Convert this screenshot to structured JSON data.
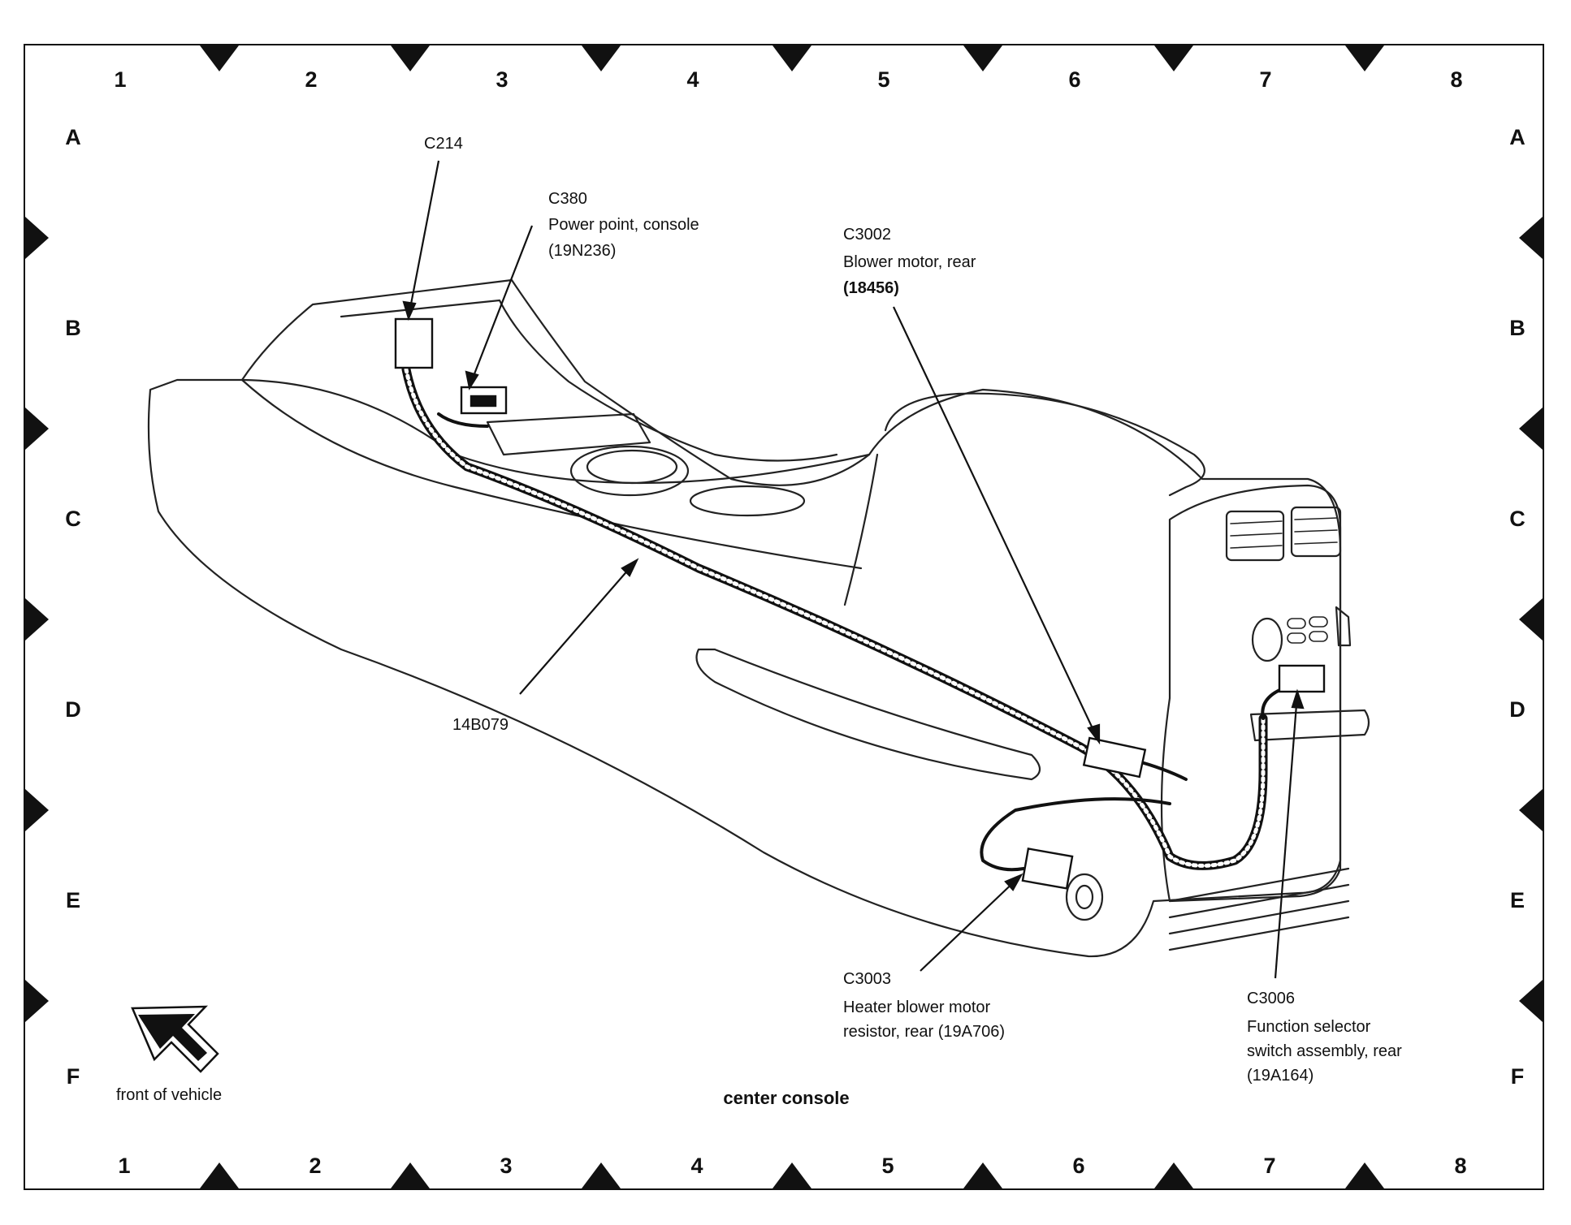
{
  "grid": {
    "columns": [
      "1",
      "2",
      "3",
      "4",
      "5",
      "6",
      "7",
      "8"
    ],
    "rows": [
      "A",
      "B",
      "C",
      "D",
      "E",
      "F"
    ]
  },
  "callouts": {
    "c214": {
      "lines": [
        "C214"
      ]
    },
    "c380": {
      "lines": [
        "C380",
        "Power point, console",
        "(19N236)"
      ]
    },
    "c3002": {
      "lines": [
        "C3002",
        "Blower motor, rear",
        "(18456)"
      ]
    },
    "harness": {
      "lines": [
        "14B079"
      ]
    },
    "c3003": {
      "lines": [
        "C3003",
        "Heater blower motor",
        "resistor, rear (19A706)"
      ]
    },
    "c3006": {
      "lines": [
        "C3006",
        "Function selector",
        "switch assembly, rear",
        "(19A164)"
      ]
    }
  },
  "front_of_vehicle": "front of vehicle",
  "caption": "center console"
}
